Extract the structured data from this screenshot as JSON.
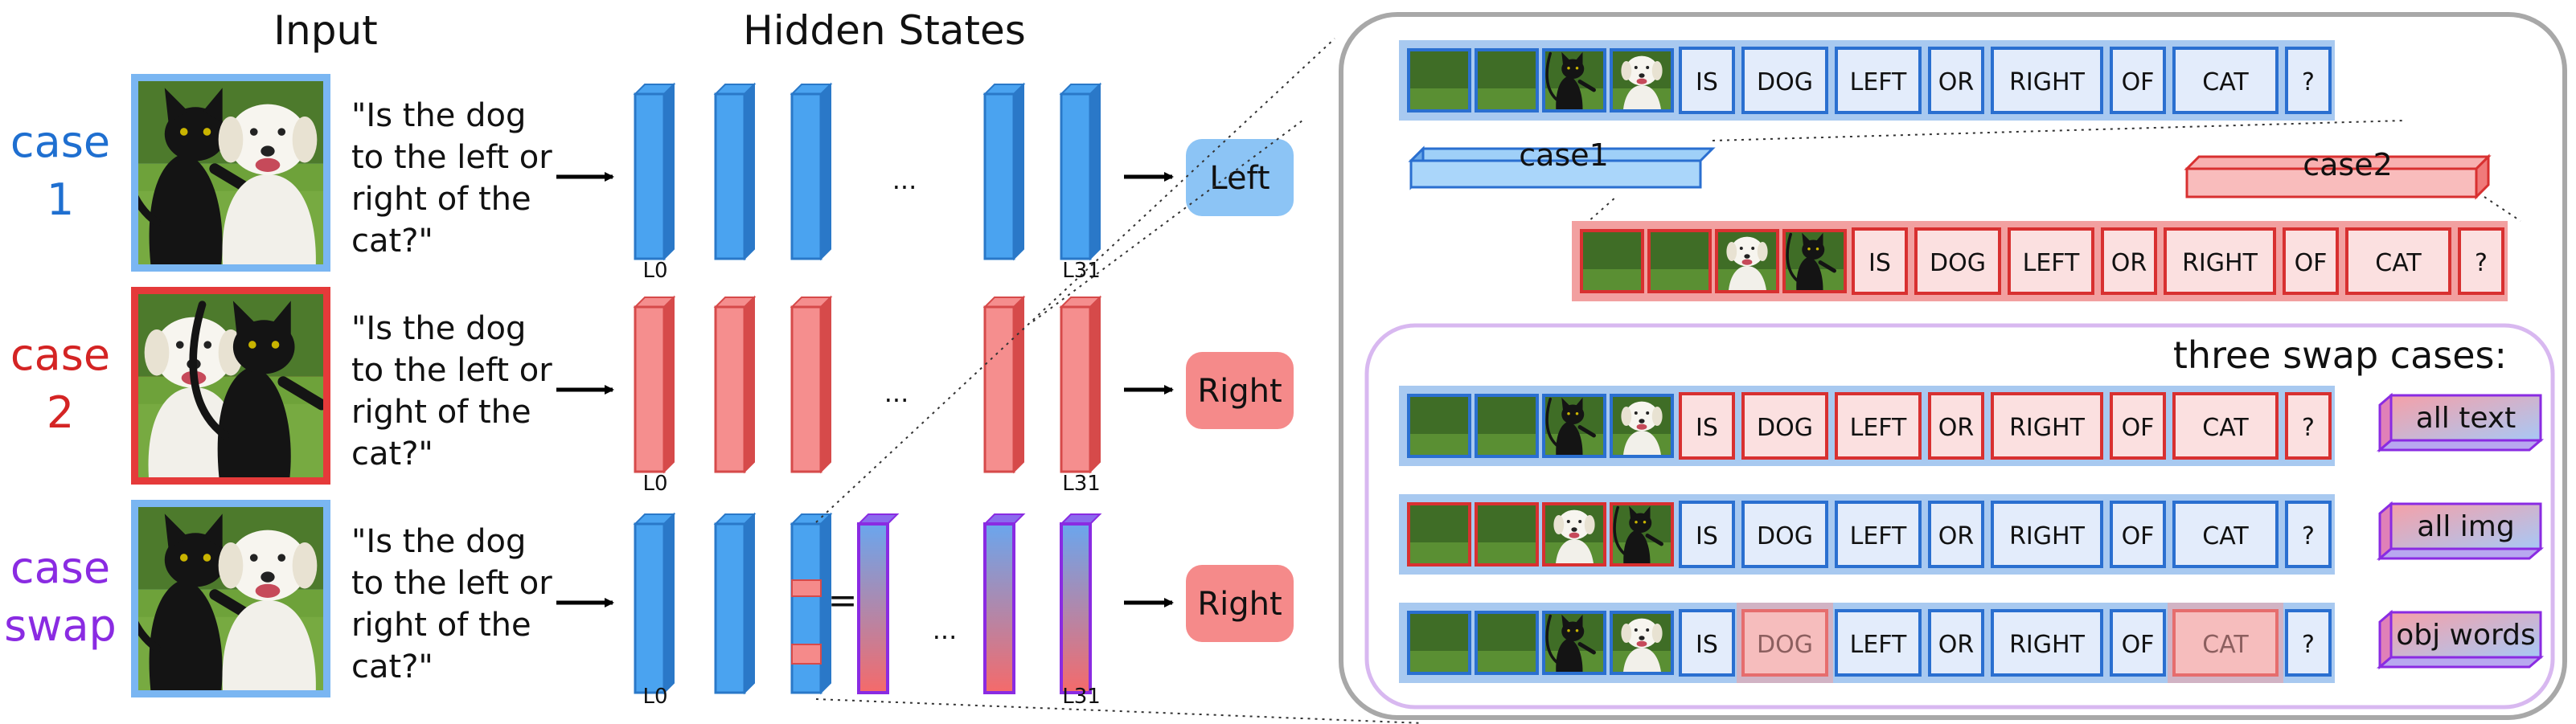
{
  "headers": {
    "input": "Input",
    "hidden": "Hidden States"
  },
  "cases": [
    {
      "id": "case1",
      "label_lines": [
        "case",
        "1"
      ],
      "color": "#1f6fd0",
      "border": "#7ab6f2",
      "image": "cat-left-dog-right",
      "question_lines": [
        "\"Is the dog",
        "to the left or",
        "right of the",
        "cat?\""
      ],
      "answer": "Left",
      "answer_bg": "#8cc4f5",
      "bar_color": "#4aa3f0",
      "bar_dark": "#2a78c8",
      "first_layer": "L0",
      "last_layer": "L31",
      "ellipsis": "..."
    },
    {
      "id": "case2",
      "label_lines": [
        "case",
        "2"
      ],
      "color": "#d42424",
      "border": "#e53a3a",
      "image": "dog-left-cat-right",
      "question_lines": [
        "\"Is the dog",
        "to the left or",
        "right of the",
        "cat?\""
      ],
      "answer": "Right",
      "answer_bg": "#f58a8a",
      "bar_color": "#f58e8e",
      "bar_dark": "#d64a4a",
      "first_layer": "L0",
      "last_layer": "L31",
      "ellipsis": "..."
    },
    {
      "id": "caseswap",
      "label_lines": [
        "case",
        "swap"
      ],
      "color": "#8a2be2",
      "border": "#7ab6f2",
      "image": "cat-left-dog-right",
      "question_lines": [
        "\"Is the dog",
        "to the left or",
        "right of the",
        "cat?\""
      ],
      "answer": "Right",
      "answer_bg": "#f58a8a",
      "bar_color": "#4aa3f0",
      "bar_dark": "#2a78c8",
      "first_layer": "L0",
      "last_layer": "L31",
      "ellipsis": "...",
      "equals": "="
    }
  ],
  "tokens": [
    "IS",
    "DOG",
    "LEFT",
    "OR",
    "RIGHT",
    "OF",
    "CAT",
    "?"
  ],
  "image_patches": {
    "case1": [
      "grass",
      "grass",
      "cat",
      "dog"
    ],
    "case2": [
      "grass",
      "grass",
      "dog",
      "cat"
    ]
  },
  "case_tags": {
    "case1": "case1",
    "case2": "case2"
  },
  "swap_title": "three swap cases:",
  "swap_rows": [
    {
      "label": "all text",
      "red_tokens": [
        "IS",
        "DOG",
        "LEFT",
        "OR",
        "RIGHT",
        "OF",
        "CAT",
        "?"
      ],
      "red_images": false
    },
    {
      "label": "all img",
      "red_tokens": [],
      "red_images": true
    },
    {
      "label": "obj words",
      "red_tokens": [
        "DOG",
        "CAT"
      ],
      "red_images": false
    }
  ],
  "colors": {
    "blue_fill": "#e3ecfb",
    "blue_border": "#2a6fd0",
    "blue_strip": "#a8c9f0",
    "red_fill": "#fbe0e0",
    "red_border": "#d83030",
    "red_strip": "#f2a0a0",
    "purple": "#8a2be2",
    "panel_border": "#a8a8a8",
    "inner_border": "#d8b8f0"
  }
}
